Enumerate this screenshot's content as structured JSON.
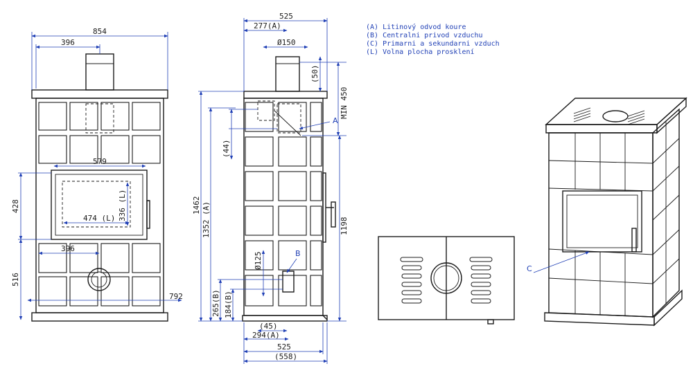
{
  "front_view": {
    "dims": {
      "width": "854",
      "flue_offset": "396",
      "door_width": "579",
      "glass_width": "474 (L)",
      "glass_height": "336 (L)",
      "door_height": "428",
      "lower_height": "516",
      "air_offset": "396",
      "base_width": "792"
    }
  },
  "side_view": {
    "dims": {
      "depth": "525",
      "flue_depth": "277(A)",
      "flue_dia": "Ø150",
      "flue_top": "(50)",
      "min_height": "MIN 450",
      "offset_44": "(44)",
      "total_height": "1462",
      "outlet_height": "1352 (A)",
      "top_tile": "1198",
      "inlet_dia": "Ø125",
      "inlet_height": "265(B)",
      "inlet_height2": "184(B)",
      "depth_45": "(45)",
      "flue_pos": "294(A)",
      "bottom_depth": "525",
      "overall_depth": "(558)"
    },
    "labels": {
      "a": "A",
      "b": "B"
    }
  },
  "legend": {
    "items": [
      "(A)  Litinový odvod koure",
      "(B)  Centralni privod vzduchu",
      "(C)  Primarni a sekundarni vzduch",
      "(L)  Volna plocha prosklení"
    ]
  },
  "isometric_view": {
    "label_c": "C"
  }
}
